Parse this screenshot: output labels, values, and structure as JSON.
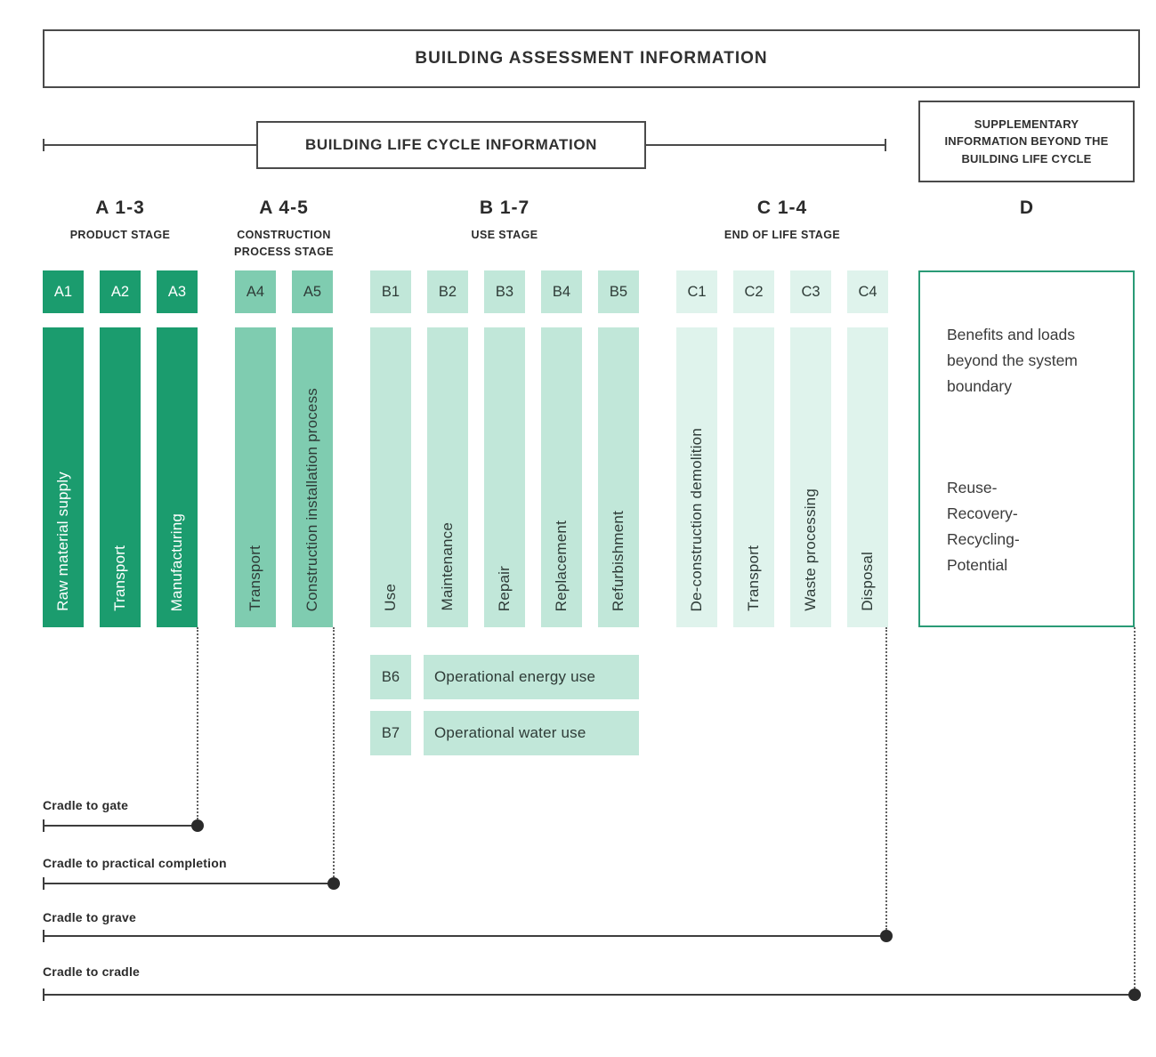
{
  "titles": {
    "assessment": "BUILDING ASSESSMENT INFORMATION",
    "lifecycle": "BUILDING LIFE CYCLE INFORMATION",
    "supplementary": "SUPPLEMENTARY\nINFORMATION BEYOND THE\nBUILDING LIFE CYCLE"
  },
  "colors": {
    "product": "#1b9c6e",
    "construction": "#7fccb0",
    "use_stage": "#c1e7d9",
    "end_of_life": "#dff3ec",
    "d_border": "#2a9b76",
    "text_dark": "#303030",
    "bar_text_dark": "#2e3b37",
    "border_gray": "#4a4a4a",
    "scope_line": "#3d3d3d",
    "dot": "#2a2a2a",
    "dash": "#606060"
  },
  "stages": [
    {
      "code": "A 1-3",
      "name": "PRODUCT STAGE"
    },
    {
      "code": "A 4-5",
      "name": "CONSTRUCTION\nPROCESS STAGE"
    },
    {
      "code": "B 1-7",
      "name": "USE STAGE"
    },
    {
      "code": "C 1-4",
      "name": "END OF LIFE STAGE"
    },
    {
      "code": "D",
      "name": ""
    }
  ],
  "modules": [
    {
      "code": "A1",
      "label": "Raw material supply"
    },
    {
      "code": "A2",
      "label": "Transport"
    },
    {
      "code": "A3",
      "label": "Manufacturing"
    },
    {
      "code": "A4",
      "label": "Transport"
    },
    {
      "code": "A5",
      "label": "Construction installation process"
    },
    {
      "code": "B1",
      "label": "Use"
    },
    {
      "code": "B2",
      "label": "Maintenance"
    },
    {
      "code": "B3",
      "label": "Repair"
    },
    {
      "code": "B4",
      "label": "Replacement"
    },
    {
      "code": "B5",
      "label": "Refurbishment"
    },
    {
      "code": "C1",
      "label": "De-construction demolition"
    },
    {
      "code": "C2",
      "label": "Transport"
    },
    {
      "code": "C3",
      "label": "Waste processing"
    },
    {
      "code": "C4",
      "label": "Disposal"
    }
  ],
  "operational": [
    {
      "code": "B6",
      "label": "Operational energy use"
    },
    {
      "code": "B7",
      "label": "Operational water use"
    }
  ],
  "d_box": {
    "benefits": "Benefits and loads\nbeyond the system\nboundary",
    "reuse": "Reuse-\nRecovery-\nRecycling-\nPotential"
  },
  "scopes": [
    {
      "label": "Cradle to gate"
    },
    {
      "label": "Cradle to practical completion"
    },
    {
      "label": "Cradle to grave"
    },
    {
      "label": "Cradle to cradle"
    }
  ]
}
